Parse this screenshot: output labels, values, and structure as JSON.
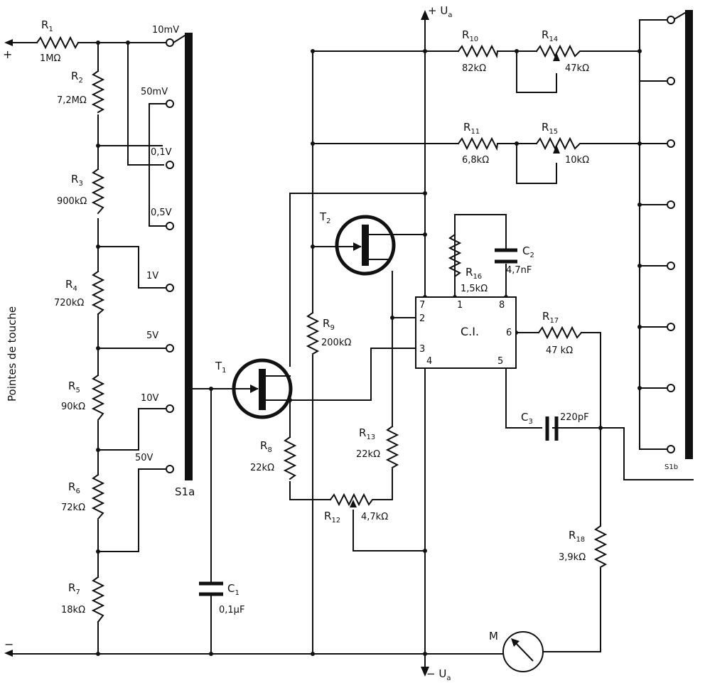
{
  "side_label": "Pointes de touche",
  "terminals": {
    "plus": "+",
    "minus": "−"
  },
  "supply": {
    "pos": "+ U",
    "pos_sub": "a",
    "neg": "− U",
    "neg_sub": "a"
  },
  "switches": {
    "s1a": "S1a",
    "s1b": "S1b"
  },
  "ranges": [
    "10mV",
    "50mV",
    "0,1V",
    "0,5V",
    "1V",
    "5V",
    "10V",
    "50V"
  ],
  "resistors": {
    "r1": {
      "ref": "R",
      "num": "1",
      "value": "1MΩ"
    },
    "r2": {
      "ref": "R",
      "num": "2",
      "value": "7,2MΩ"
    },
    "r3": {
      "ref": "R",
      "num": "3",
      "value": "900kΩ"
    },
    "r4": {
      "ref": "R",
      "num": "4",
      "value": "720kΩ"
    },
    "r5": {
      "ref": "R",
      "num": "5",
      "value": "90kΩ"
    },
    "r6": {
      "ref": "R",
      "num": "6",
      "value": "72kΩ"
    },
    "r7": {
      "ref": "R",
      "num": "7",
      "value": "18kΩ"
    },
    "r8": {
      "ref": "R",
      "num": "8",
      "value": "22kΩ"
    },
    "r9": {
      "ref": "R",
      "num": "9",
      "value": "200kΩ"
    },
    "r10": {
      "ref": "R",
      "num": "10",
      "value": "82kΩ"
    },
    "r11": {
      "ref": "R",
      "num": "11",
      "value": "6,8kΩ"
    },
    "r12": {
      "ref": "R",
      "num": "12",
      "value": "4,7kΩ"
    },
    "r13": {
      "ref": "R",
      "num": "13",
      "value": "22kΩ"
    },
    "r14": {
      "ref": "R",
      "num": "14",
      "value": "47kΩ"
    },
    "r15": {
      "ref": "R",
      "num": "15",
      "value": "10kΩ"
    },
    "r16": {
      "ref": "R",
      "num": "16",
      "value": "1,5kΩ"
    },
    "r17": {
      "ref": "R",
      "num": "17",
      "value": "47 kΩ"
    },
    "r18": {
      "ref": "R",
      "num": "18",
      "value": "3,9kΩ"
    }
  },
  "capacitors": {
    "c1": {
      "ref": "C",
      "num": "1",
      "value": "0,1μF"
    },
    "c2": {
      "ref": "C",
      "num": "2",
      "value": "4,7nF"
    },
    "c3": {
      "ref": "C",
      "num": "3",
      "value": "220pF"
    }
  },
  "transistors": {
    "t1": {
      "ref": "T",
      "num": "1"
    },
    "t2": {
      "ref": "T",
      "num": "2"
    }
  },
  "ic": {
    "label": "C.I.",
    "pins": {
      "p7": "7",
      "p1": "1",
      "p8": "8",
      "p2": "2",
      "p3": "3",
      "p4": "4",
      "p5": "5",
      "p6": "6"
    }
  },
  "meter": "M"
}
